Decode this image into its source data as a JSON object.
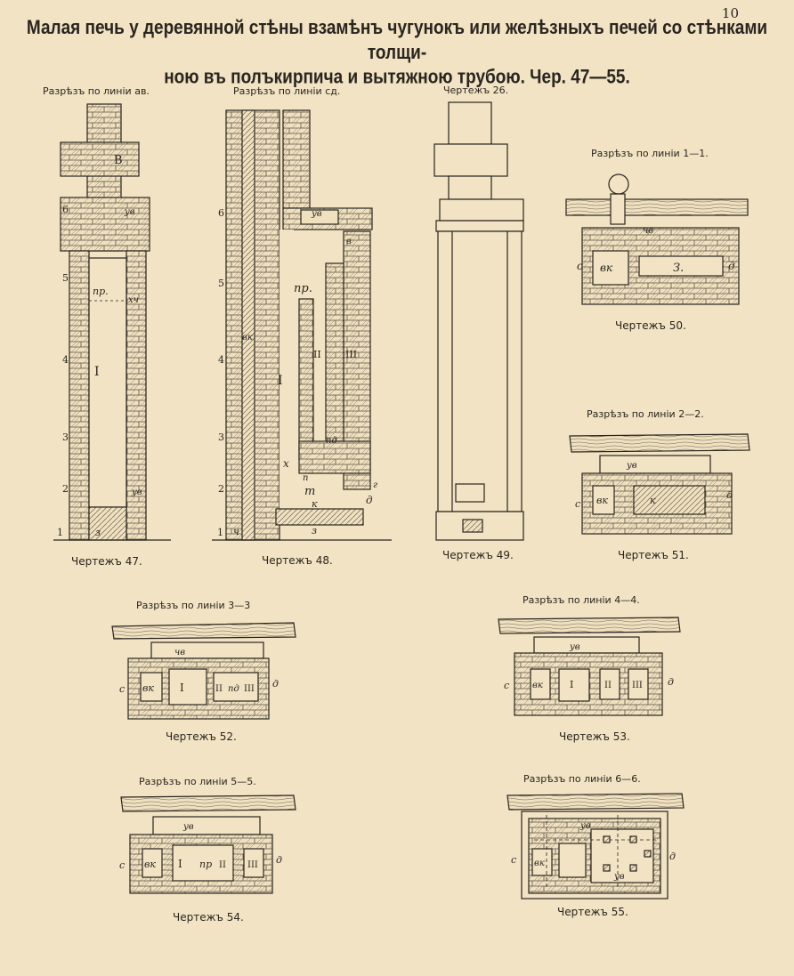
{
  "page_number": "10",
  "title_line1": "Малая печь у деревянной стѣны взамѣнъ чугунокъ или желѣзныхъ печей со стѣнками толщи-",
  "title_line2": "ною въ полъкирпича и вытяжною трубою. Чер. 47—55.",
  "labels": {
    "section_ab": "Разрѣзъ по линiи ав.",
    "section_cd": "Разрѣзъ по линiи сд.",
    "drawing_26": "Чертежъ 26.",
    "section_1_1": "Разрѣзъ по линiи 1—1.",
    "section_2_2": "Разрѣзъ по линiи 2—2.",
    "section_3_3": "Разрѣзъ по линiи 3—3",
    "section_4_4": "Разрѣзъ по линiи 4—4.",
    "section_5_5": "Разрѣзъ по линiи 5—5.",
    "section_6_6": "Разрѣзъ по линiи 6—6."
  },
  "captions": {
    "fig47": "Чертежъ 47.",
    "fig48": "Чертежъ 48.",
    "fig49": "Чертежъ 49.",
    "fig50": "Чертежъ 50.",
    "fig51": "Чертежъ 51.",
    "fig52": "Чертежъ 52.",
    "fig53": "Чертежъ 53.",
    "fig54": "Чертежъ 54.",
    "fig55": "Чертежъ 55."
  },
  "marks": {
    "pr": "пр.",
    "pr2": "пр",
    "xch": "хч",
    "uv": "ув",
    "chv": "чв",
    "vk": "вк",
    "I": "I",
    "II": "II",
    "III": "III",
    "pd": "пд",
    "z": "з",
    "z2": "З.",
    "c": "с",
    "d": "д",
    "x": "х",
    "t": "т",
    "k": "к",
    "p": "п",
    "v": "в",
    "g": "г",
    "ch": "ч",
    "B": "В",
    "level1": "1",
    "level2": "2",
    "level3": "3",
    "level4": "4",
    "level5": "5",
    "level6": "6"
  },
  "colors": {
    "paper": "#f1e3c3",
    "ink": "#2a2520",
    "hatch": "#8a7d6a"
  }
}
